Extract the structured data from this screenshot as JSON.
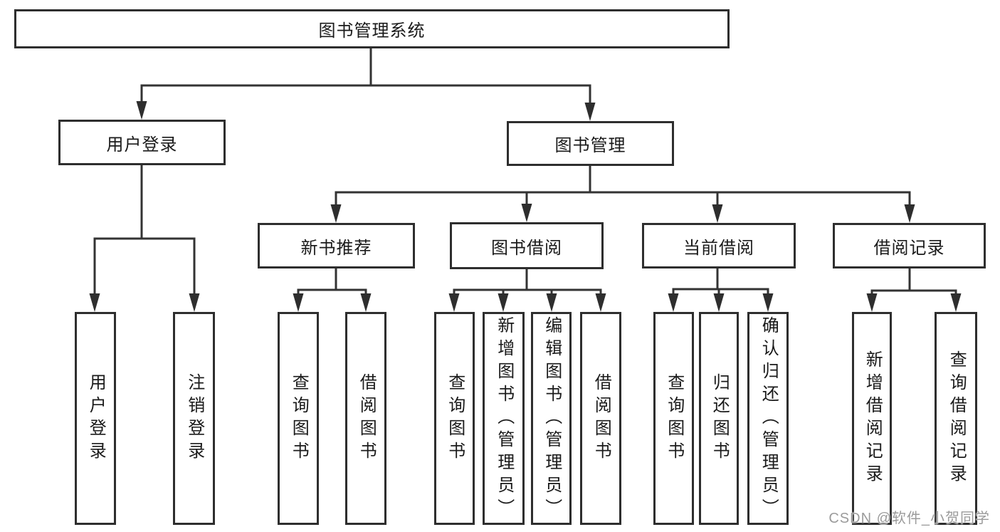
{
  "diagram": {
    "root": {
      "label": "图书管理系统"
    },
    "level2": [
      {
        "label": "用户登录",
        "children": [
          {
            "label": "用户登录"
          },
          {
            "label": "注销登录"
          }
        ]
      },
      {
        "label": "图书管理",
        "children": [
          {
            "label": "新书推荐",
            "children": [
              {
                "label": "查询图书"
              },
              {
                "label": "借阅图书"
              }
            ]
          },
          {
            "label": "图书借阅",
            "children": [
              {
                "label": "查询图书"
              },
              {
                "label": "新增图书（管理员）"
              },
              {
                "label": "编辑图书（管理员）"
              },
              {
                "label": "借阅图书"
              }
            ]
          },
          {
            "label": "当前借阅",
            "children": [
              {
                "label": "查询图书"
              },
              {
                "label": "归还图书"
              },
              {
                "label": "确认归还（管理员）"
              }
            ]
          },
          {
            "label": "借阅记录",
            "children": [
              {
                "label": "新增借阅记录"
              },
              {
                "label": "查询借阅记录"
              }
            ]
          }
        ]
      }
    ],
    "watermark": "CSDN @软件_小贺同学",
    "colors": {
      "line": "#333333",
      "box_border": "#2e2e2e",
      "text": "#1a1a1a",
      "watermark": "#9b9b9b"
    }
  }
}
